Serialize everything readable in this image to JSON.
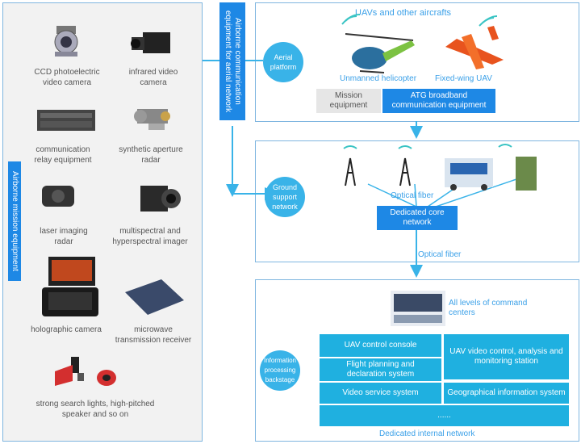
{
  "left_panel": {
    "vertical_label": "Airborne mission equipment",
    "items": [
      {
        "label": "CCD photoelectric video camera",
        "icon": "ccd-camera-icon"
      },
      {
        "label": "infrared video camera",
        "icon": "infrared-camera-icon"
      },
      {
        "label": "communication relay equipment",
        "icon": "relay-equipment-icon"
      },
      {
        "label": "synthetic aperture radar",
        "icon": "sar-radar-icon"
      },
      {
        "label": "laser imaging radar",
        "icon": "laser-radar-icon"
      },
      {
        "label": "multispectral and hyperspectral imager",
        "icon": "imager-icon"
      },
      {
        "label": "holographic camera",
        "icon": "holographic-camera-icon"
      },
      {
        "label": "microwave transmission receiver",
        "icon": "microwave-receiver-icon"
      },
      {
        "label": "strong search lights, high-pitched speaker and so on",
        "icon": "searchlight-speaker-icon"
      }
    ]
  },
  "airborne_comm_label": "Airborne communication equipment for aerial network",
  "aerial": {
    "circle": "Aerial platform",
    "title": "UAVs and other aircrafts",
    "helicopter": "Unmanned helicopter",
    "fixed_wing": "Fixed-wing UAV",
    "mission": "Mission equipment",
    "atg": "ATG broadband communication equipment"
  },
  "ground": {
    "circle": "Ground support network",
    "optical_fiber_top": "Optical fiber",
    "core": "Dedicated core network",
    "optical_fiber_bottom": "Optical fiber"
  },
  "backstage": {
    "circle": "Information processing backstage",
    "command": "All levels of command centers",
    "uav_console": "UAV control console",
    "video_control": "UAV video control, analysis and monitoring station",
    "flight": "Flight planning and declaration system",
    "video_service": "Video service system",
    "geo": "Geographical information system",
    "more": "......",
    "network": "Dedicated internal network"
  },
  "colors": {
    "accent": "#1e88e5",
    "box": "#1fb0e0",
    "border": "#7fb6e0"
  }
}
